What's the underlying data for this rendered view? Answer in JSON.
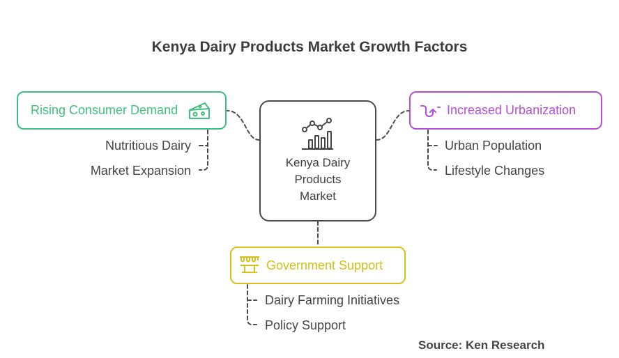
{
  "title": "Kenya Dairy Products Market Growth Factors",
  "center": {
    "line1": "Kenya Dairy",
    "line2": "Products",
    "line3": "Market",
    "icon": "growth-chart-icon"
  },
  "factors": [
    {
      "label": "Rising Consumer Demand",
      "icon": "cheese-icon",
      "color": "#3fbf7f",
      "items": [
        "Nutritious Dairy",
        "Market Expansion"
      ]
    },
    {
      "label": "Increased Urbanization",
      "icon": "winding-path-icon",
      "color": "#b44fd6",
      "items": [
        "Urban Population",
        "Lifestyle Changes"
      ]
    },
    {
      "label": "Government Support",
      "icon": "government-building-icon",
      "color": "#d4c21a",
      "items": [
        "Dairy Farming Initiatives",
        "Policy Support"
      ]
    }
  ],
  "source": "Source: Ken Research"
}
